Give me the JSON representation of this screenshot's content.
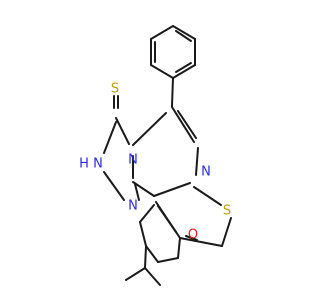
{
  "molecule": {
    "colors": {
      "bond": "#1a1a1a",
      "N": "#2b2bdc",
      "S": "#b8a000",
      "O": "#e02020",
      "H": "#2b2bdc"
    },
    "labels": {
      "S_thione": "S",
      "S_thiophene": "S",
      "N_ring_a": "N",
      "N_ring_b": "N",
      "N_ring_c": "N",
      "NH": "N",
      "H": "H",
      "N_bottom": "N",
      "O": "O"
    }
  }
}
